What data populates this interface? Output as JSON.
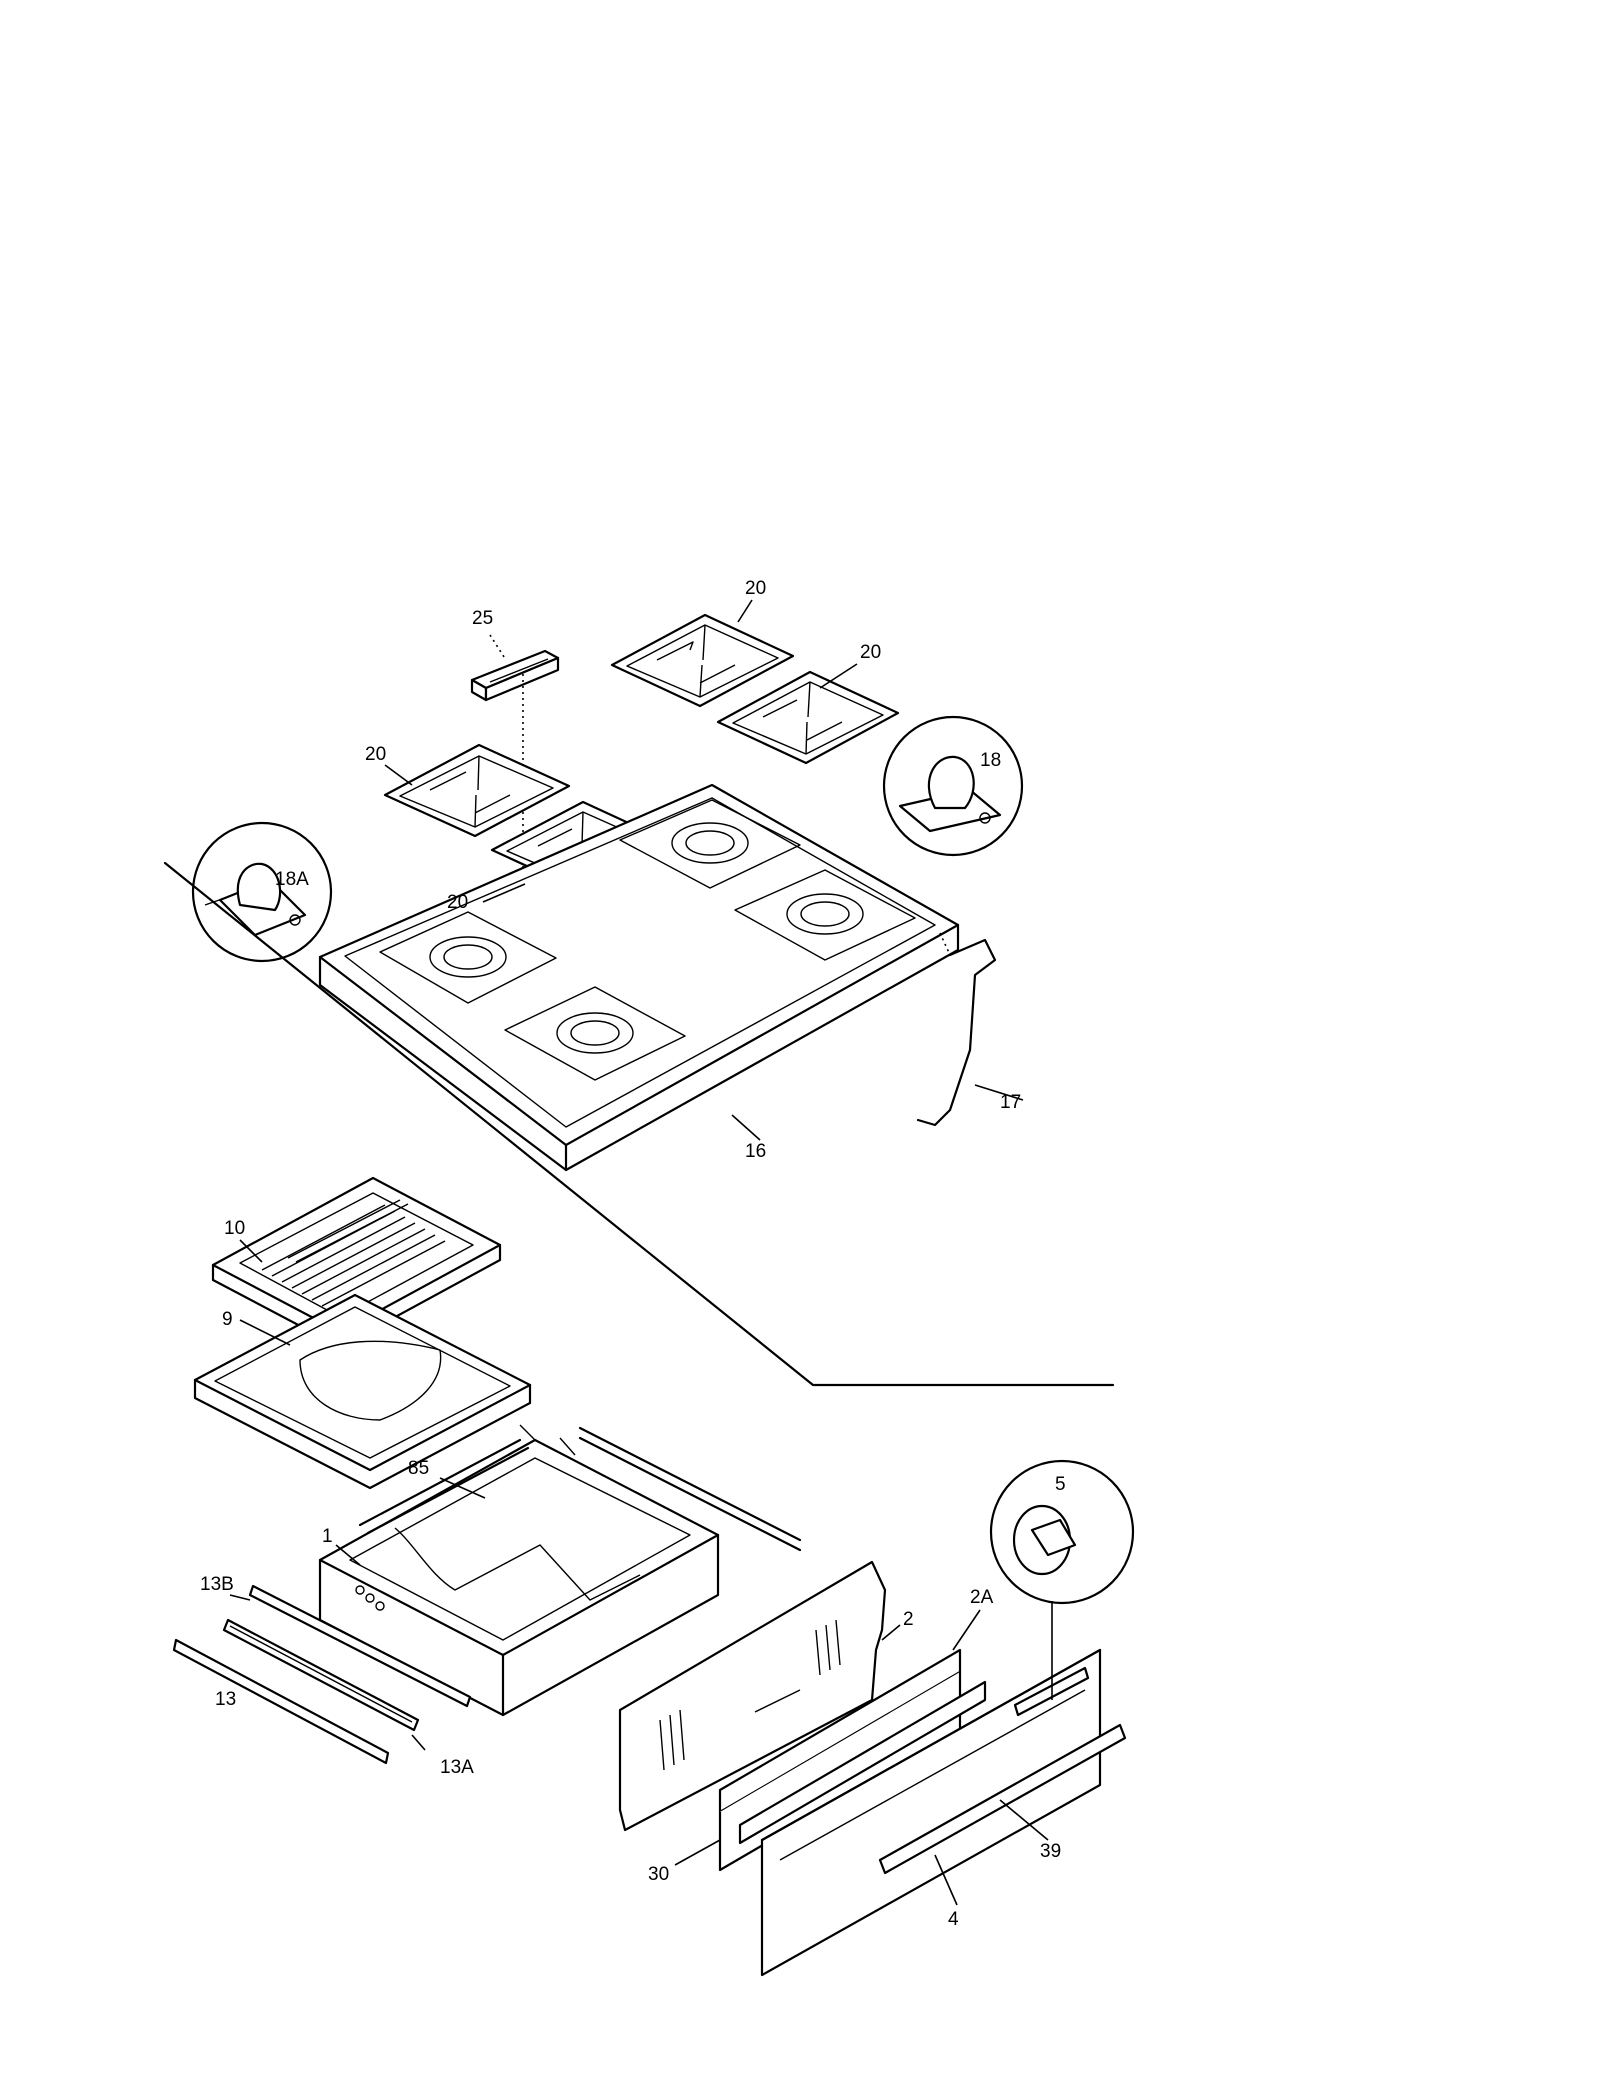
{
  "callouts": {
    "c25": "25",
    "c20a": "20",
    "c20b": "20",
    "c20c": "20",
    "c20d": "20",
    "c18": "18",
    "c18a": "18A",
    "c17": "17",
    "c16": "16",
    "c10": "10",
    "c9": "9",
    "c85": "85",
    "c1": "1",
    "c13b": "13B",
    "c13": "13",
    "c13a": "13A",
    "c2": "2",
    "c2a": "2A",
    "c5": "5",
    "c30": "30",
    "c39": "39",
    "c4": "4"
  }
}
